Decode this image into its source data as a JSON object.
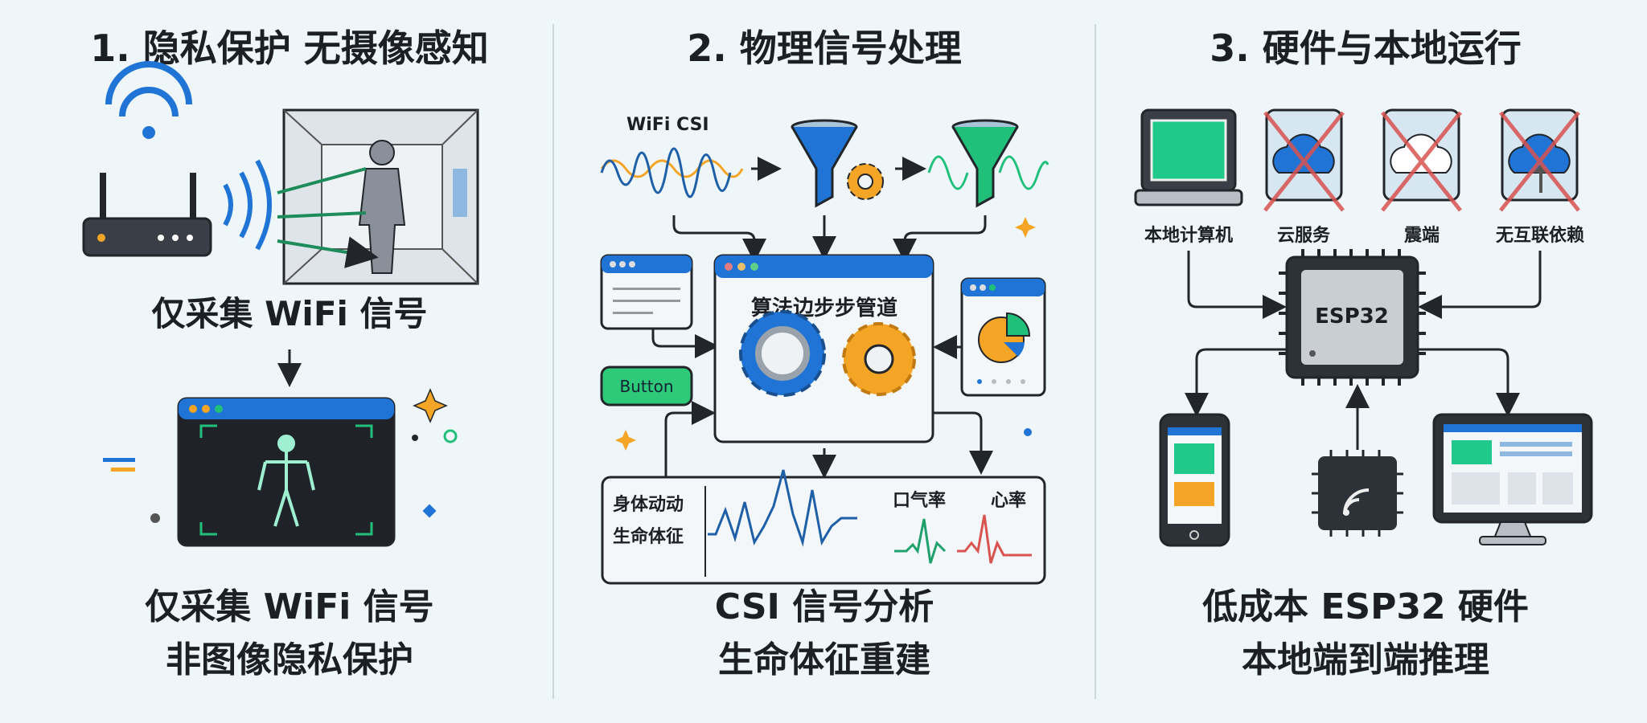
{
  "panels": [
    {
      "title": "1. 隐私保护 无摄像感知",
      "caption": "仅采集 WiFi 信号",
      "footer": [
        "仅采集 WiFi 信号",
        "非图像隐私保护"
      ]
    },
    {
      "title": "2. 物理信号处理",
      "signal_label": "WiFi CSI",
      "pipeline_label": "算法边步步管道",
      "button_label": "Button",
      "vitals_labels": [
        "身体动动",
        "生命体征"
      ],
      "breath_label": "口气率",
      "heart_label": "心率",
      "footer": [
        "CSI 信号分析",
        "生命体征重建"
      ]
    },
    {
      "title": "3. 硬件与本地运行",
      "icons": [
        {
          "label": "本地计算机",
          "icon": "laptop-icon",
          "crossed": false
        },
        {
          "label": "云服务",
          "icon": "cloud-icon",
          "crossed": true
        },
        {
          "label": "震端",
          "icon": "cloud-outline-icon",
          "crossed": true
        },
        {
          "label": "无互联依赖",
          "icon": "cloud-upload-icon",
          "crossed": true
        }
      ],
      "chip_label": "ESP32",
      "footer": [
        "低成本 ESP32 硬件",
        "本地端到端推理"
      ]
    }
  ],
  "colors": {
    "blue": "#1f74d6",
    "green": "#20c07a",
    "orange": "#f4a526",
    "red": "#d9534f",
    "bg": "#eef6fa"
  }
}
